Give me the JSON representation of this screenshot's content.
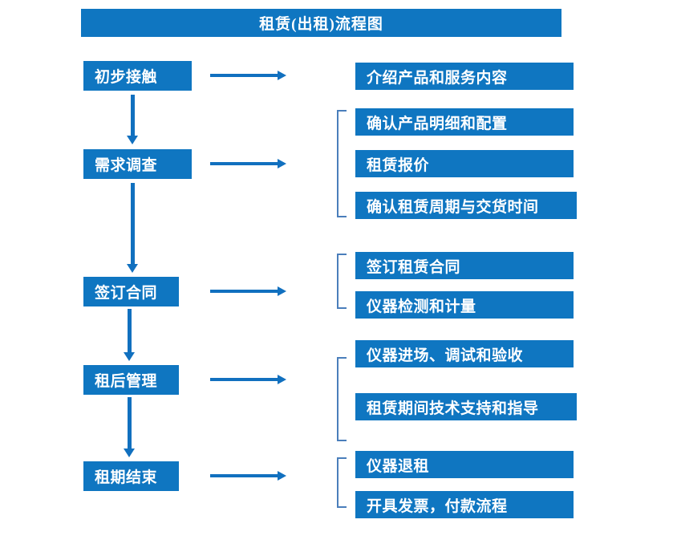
{
  "diagram": {
    "title": "租赁(出租)流程图",
    "colors": {
      "box_fill": "#0f76c1",
      "box_text": "#ffffff",
      "arrow": "#1170bf",
      "bracket": "#4a7ebb",
      "background": "#ffffff"
    },
    "stages": [
      {
        "label": "初步接触"
      },
      {
        "label": "需求调查"
      },
      {
        "label": "签订合同"
      },
      {
        "label": "租后管理"
      },
      {
        "label": "租期结束"
      }
    ],
    "groups": [
      {
        "stage": "初步接触",
        "bracketed": false,
        "items": [
          {
            "label": "介绍产品和服务内容"
          }
        ]
      },
      {
        "stage": "需求调查",
        "bracketed": true,
        "items": [
          {
            "label": "确认产品明细和配置"
          },
          {
            "label": "租赁报价"
          },
          {
            "label": "确认租赁周期与交货时间"
          }
        ]
      },
      {
        "stage": "签订合同",
        "bracketed": true,
        "items": [
          {
            "label": "签订租赁合同"
          },
          {
            "label": "仪器检测和计量"
          }
        ]
      },
      {
        "stage": "租后管理",
        "bracketed": true,
        "items": [
          {
            "label": "仪器进场、调试和验收"
          },
          {
            "label": "租赁期间技术支持和指导"
          }
        ]
      },
      {
        "stage": "租期结束",
        "bracketed": true,
        "items": [
          {
            "label": "仪器退租"
          },
          {
            "label": "开具发票，付款流程"
          }
        ]
      }
    ],
    "connectors": {
      "down_arrow_name": "down-arrow",
      "right_arrow_name": "right-arrow",
      "bracket_name": "group-bracket"
    }
  }
}
